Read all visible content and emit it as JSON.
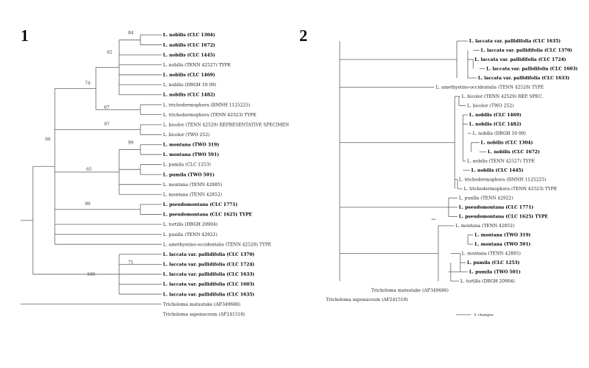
{
  "panels": [
    {
      "id": "1",
      "label": "1",
      "supports": [
        "84",
        "92",
        "74",
        "66",
        "67",
        "97",
        "99",
        "65",
        "99",
        "71",
        "100"
      ],
      "leaves": [
        {
          "text": "L. nobilis (CLC 1304)",
          "bold": true
        },
        {
          "text": "L. nobilis (CLC 1672)",
          "bold": true
        },
        {
          "text": "L. nobilis (CLC 1445)",
          "bold": true
        },
        {
          "text": "L. nobilis (TENN 42527) TYPE",
          "bold": false
        },
        {
          "text": "L. nobilis (CLC 1469)",
          "bold": true
        },
        {
          "text": "L. nobilis (DBGH 19 09)",
          "bold": false
        },
        {
          "text": "L. nobilis (CLC 1482)",
          "bold": true
        },
        {
          "text": "L. trichodermophora (RMNH 1125225)",
          "bold": false
        },
        {
          "text": "L. trichodermophora (TENN 42523) TYPE",
          "bold": false
        },
        {
          "text": "L. bicolor (TENN 42529) REPRESENTATIVE SPECIMEN",
          "bold": false
        },
        {
          "text": "L. bicolor (TWO 252)",
          "bold": false
        },
        {
          "text": "L. montana (TWO 319)",
          "bold": true
        },
        {
          "text": "L. montana (TWO 591)",
          "bold": true
        },
        {
          "text": "L. pumila (CLC 1253)",
          "bold": false
        },
        {
          "text": "L. pumila (TWO 501)",
          "bold": true
        },
        {
          "text": "L. montana (TENN 42885)",
          "bold": false
        },
        {
          "text": "L. montana (TENN 42852)",
          "bold": false
        },
        {
          "text": "L. pseudomontana (CLC 1771)",
          "bold": true
        },
        {
          "text": "L. pseudomontana (CLC 1625) TYPE",
          "bold": true
        },
        {
          "text": "L. tortilis (DBGH 20904)",
          "bold": false
        },
        {
          "text": "L. pusilla (TENN 42922)",
          "bold": false
        },
        {
          "text": "L. amethystino-occidentalis (TENN 42528) TYPE",
          "bold": false
        },
        {
          "text": "L. laccata var. pallidifolia (CLC 1370)",
          "bold": true
        },
        {
          "text": "L. laccata var. pallidifolia (CLC 1724)",
          "bold": true
        },
        {
          "text": "L. laccata var. pallidifolia (CLC 1633)",
          "bold": true
        },
        {
          "text": "L. laccata var. pallidifolia (CLC 1603)",
          "bold": true
        },
        {
          "text": "L. laccata var. pallidifolia (CLC 1635)",
          "bold": true
        },
        {
          "text": "Tricholoma matsutake (AF349686)",
          "bold": false
        },
        {
          "text": "Tricholoma saponaceum (AF241518)",
          "bold": false
        }
      ]
    },
    {
      "id": "2",
      "label": "2",
      "scale_label": "5 changes",
      "leaves": [
        {
          "text": "L. laccata var. pallidifolia (CLC 1635)",
          "bold": true
        },
        {
          "text": "L. laccata var. pallidifolia (CLC 1370)",
          "bold": true
        },
        {
          "text": "L. laccata var. pallidifolia (CLC 1724)",
          "bold": true
        },
        {
          "text": "L. laccata var. pallidifolia (CLC 1603)",
          "bold": true
        },
        {
          "text": "L. laccata var. pallidifolia (CLC 1633)",
          "bold": true
        },
        {
          "text": "L. amethystino-occidentalis (TENN 42528) TYPE",
          "bold": false
        },
        {
          "text": "L. bicolor (TENN 42529) REP. SPEC.",
          "bold": false
        },
        {
          "text": "L. bicolor (TWO 252)",
          "bold": false
        },
        {
          "text": "L. nobilis (CLC 1469)",
          "bold": true
        },
        {
          "text": "L. nobilis (CLC 1482)",
          "bold": true
        },
        {
          "text": "L. nobilis (DBGH 19 09)",
          "bold": false
        },
        {
          "text": "L. nobilis (CLC 1304)",
          "bold": true
        },
        {
          "text": "L. nobilis (CLC 1672)",
          "bold": true
        },
        {
          "text": "L. nobilis (TENN 42527) TYPE",
          "bold": false
        },
        {
          "text": "L. nobilis (CLC 1445)",
          "bold": true
        },
        {
          "text": "L. trichodermophora (RMNH 1125225)",
          "bold": false
        },
        {
          "text": "L. trichodermophora (TENN 42523) TYPE",
          "bold": false
        },
        {
          "text": "L. pusilla (TENN 42922)",
          "bold": false
        },
        {
          "text": "L. pseudomontana (CLC 1771)",
          "bold": true
        },
        {
          "text": "L. pseudomontana (CLC 1625) TYPE",
          "bold": true
        },
        {
          "text": "L. montana (TENN 42852)",
          "bold": false
        },
        {
          "text": "L. montana (TWO 319)",
          "bold": true
        },
        {
          "text": "L. montana (TWO 591)",
          "bold": true
        },
        {
          "text": "L. montana (TENN 42885)",
          "bold": false
        },
        {
          "text": "L. pumila (CLC 1253)",
          "bold": true
        },
        {
          "text": "L. pumila (TWO 501)",
          "bold": true
        },
        {
          "text": "L. tortilis (DBGH 20904)",
          "bold": false
        },
        {
          "text": "Tricholoma matsutake (AF349686)",
          "bold": false
        },
        {
          "text": "Tricholoma saponaceum (AF241518)",
          "bold": false
        }
      ]
    }
  ]
}
